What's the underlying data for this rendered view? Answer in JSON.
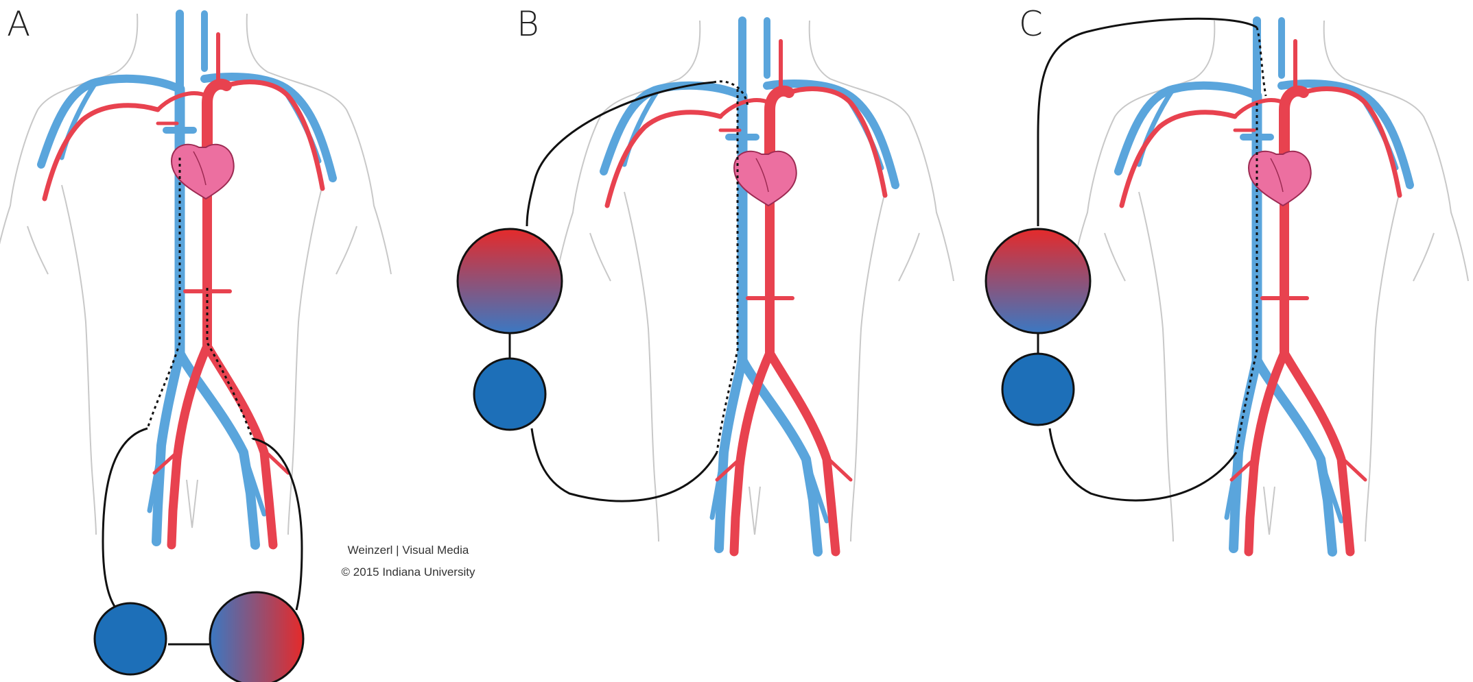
{
  "panels": [
    {
      "label": "A"
    },
    {
      "label": "B"
    },
    {
      "label": "C"
    }
  ],
  "credit": {
    "line1": "Weinzerl | Visual Media",
    "line2": "© 2015 Indiana University"
  },
  "colors": {
    "vein": "#5aa5dc",
    "artery": "#e8424f",
    "heart": "#ec6fa0",
    "heart_outline": "#9c2a52",
    "body_outline": "#c8c8c8",
    "pump": "#1d6fb8",
    "oxygenator_top": "#e52a2a",
    "oxygenator_bottom": "#3b78c2",
    "circuit": "#111111"
  },
  "icons": {
    "pump": "blue-circle-pump",
    "oxygenator": "gradient-circle-oxygenator",
    "heart": "heart-icon"
  }
}
